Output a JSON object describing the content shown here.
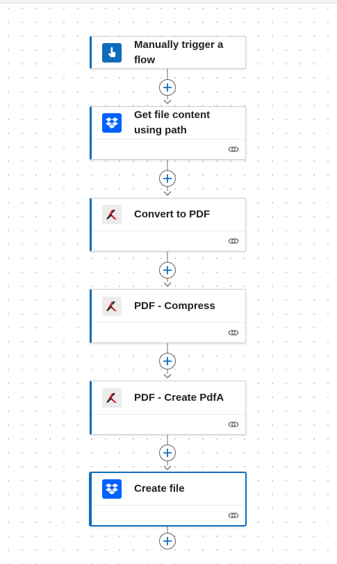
{
  "steps": [
    {
      "title": "Manually trigger a flow",
      "icon": "hand-tap-icon",
      "connector": "trigger"
    },
    {
      "title": "Get file content using path",
      "icon": "dropbox-icon",
      "connector": "dropbox"
    },
    {
      "title": "Convert to PDF",
      "icon": "pdf-converter-icon",
      "connector": "pdf"
    },
    {
      "title": "PDF - Compress",
      "icon": "pdf-converter-icon",
      "connector": "pdf"
    },
    {
      "title": "PDF - Create PdfA",
      "icon": "pdf-converter-icon",
      "connector": "pdf"
    },
    {
      "title": "Create file",
      "icon": "dropbox-icon",
      "connector": "dropbox"
    }
  ],
  "colors": {
    "accent": "#0f6cbd",
    "dropbox": "#0061fe",
    "pdf_red": "#c4262e",
    "connector_line": "#b7b5b3"
  }
}
